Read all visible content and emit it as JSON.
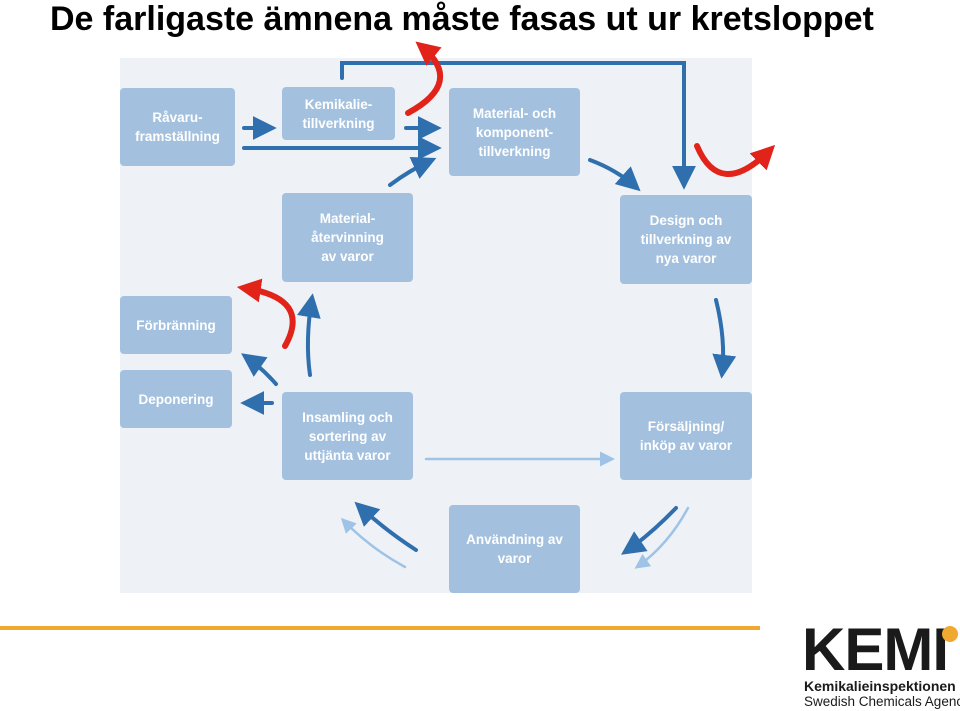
{
  "title": "De farligaste ämnena måste fasas ut ur kretsloppet",
  "nodes": {
    "ravaru": "Råvaru-\nframställning",
    "kemikalie": "Kemikalie-\ntillverkning",
    "material_komponent": "Material- och\nkomponent-\ntillverkning",
    "design": "Design och\ntillverkning av\nnya varor",
    "material_atervinning": "Material-\nåtervinning\nav varor",
    "forbranning": "Förbränning",
    "deponering": "Deponering",
    "insamling": "Insamling och\nsortering av\nuttjänta varor",
    "forsaljning": "Försäljning/\ninköp av varor",
    "anvandning": "Användning av\nvaror"
  },
  "colors": {
    "node_fill": "#a3c1df",
    "flow_arrow": "#2f6fae",
    "light_arrow": "#9ec3e6",
    "phase_out_arrow": "#e2231a",
    "rule": "#f0a830"
  },
  "logo": {
    "wordmark": "KEMI",
    "name_sv": "Kemikalieinspektionen",
    "name_en": "Swedish Chemicals Agency"
  }
}
